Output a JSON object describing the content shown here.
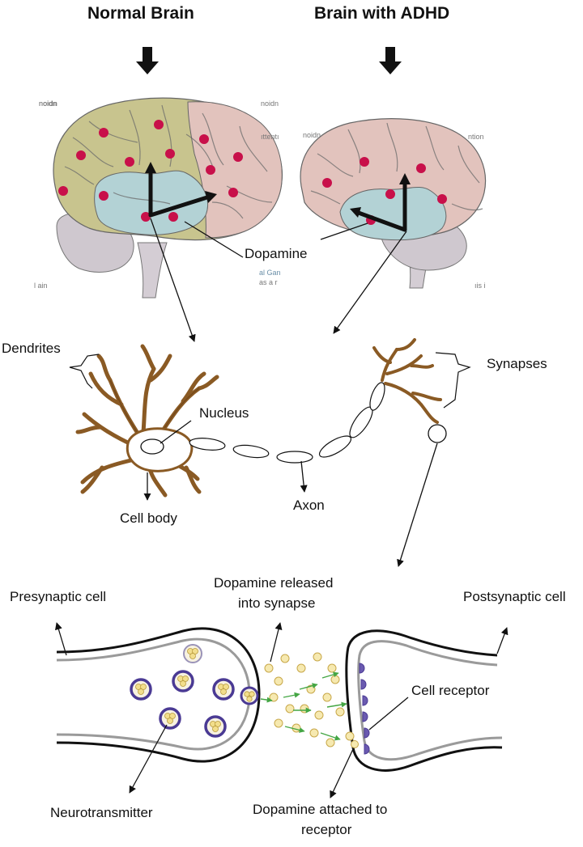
{
  "titles": {
    "normal": "Normal Brain",
    "adhd": "Brain with ADHD"
  },
  "labels": {
    "dopamine": "Dopamine",
    "dendrites": "Dendrites",
    "synapses": "Synapses",
    "nucleus": "Nucleus",
    "cell_body": "Cell body",
    "axon": "Axon",
    "presynaptic_cell": "Presynaptic cell",
    "dopamine_released_line1": "Dopamine released",
    "dopamine_released_line2": "into synapse",
    "postsynaptic_cell": "Postsynaptic cell",
    "cell_receptor": "Cell receptor",
    "neurotransmitter": "Neurotransmitter",
    "dopamine_attached_line1": "Dopamine attached to",
    "dopamine_attached_line2": "receptor"
  },
  "faint_text": {
    "left_1": "noidn",
    "left_2": "l ain",
    "right_1": "noidn",
    "right_2": "ıttentı",
    "right_3": "al Gan",
    "right_4": "as a r",
    "adhd_1": "noidn",
    "adhd_2": "ntion",
    "adhd_3": "ıis i"
  },
  "colors": {
    "lobe_olive": "#c8c48e",
    "lobe_pink": "#e2c3bd",
    "lobe_blue": "#b3d2d5",
    "cerebellum": "#cfc8cf",
    "dopamine_dot": "#c8104a",
    "neuron_brown": "#8a5a24",
    "vesicle_purple": "#4a3a94",
    "vesicle_yellow": "#f2de8c",
    "receptor": "#6a5ab0",
    "green_arrow": "#44a644"
  }
}
